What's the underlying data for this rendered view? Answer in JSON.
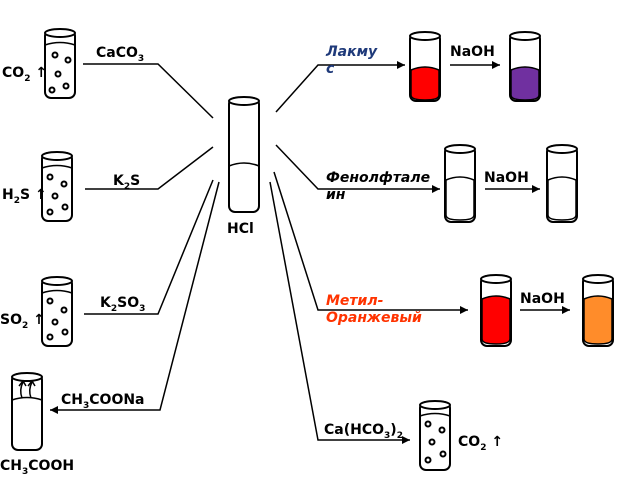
{
  "center": {
    "label": "HCl"
  },
  "reactions": [
    {
      "reagent": [
        "CaCO",
        "3"
      ],
      "product": [
        "CO",
        "2",
        " ↑"
      ]
    },
    {
      "reagent": [
        "K",
        "2",
        "S"
      ],
      "product": [
        "H",
        "2",
        "S ↑"
      ]
    },
    {
      "reagent": [
        "K",
        "2",
        "SO",
        "3"
      ],
      "product": [
        "SO",
        "2",
        " ↑"
      ]
    },
    {
      "reagent": [
        "CH",
        "3",
        "COONa"
      ],
      "product": [
        "CH",
        "3",
        "COOH"
      ]
    }
  ],
  "indicators": [
    {
      "name": [
        "Лакму",
        "с"
      ],
      "name_color": "#1f3a7a",
      "reagent": "NaOH",
      "color_before": "#ff0000",
      "color_after": "#7030a0"
    },
    {
      "name": [
        "Фенолфтале",
        "ин"
      ],
      "name_color": "#000000",
      "reagent": "NaOH",
      "color_before": "#ffffff",
      "color_after": "#ffffff"
    },
    {
      "name": [
        "Метил-",
        "Оранжевый"
      ],
      "name_color": "#ff3300",
      "reagent": "NaOH",
      "color_before": "#ff0000",
      "color_after": "#ff8c2a"
    }
  ],
  "bicarbonate": {
    "reagent": [
      "Ca(HCO",
      "3",
      ")",
      "2"
    ],
    "product": [
      "CO",
      "2",
      " ↑"
    ]
  }
}
